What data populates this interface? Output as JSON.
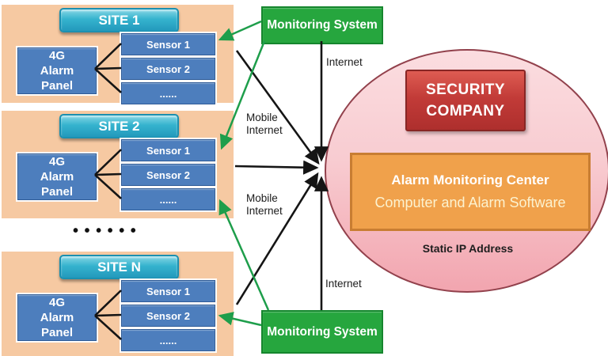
{
  "diagram": {
    "sites": [
      {
        "title": "SITE 1",
        "panel_lines": [
          "4G",
          "Alarm",
          "Panel"
        ],
        "sensors": [
          "Sensor 1",
          "Sensor 2",
          "......"
        ]
      },
      {
        "title": "SITE 2",
        "panel_lines": [
          "4G",
          "Alarm",
          "Panel"
        ],
        "sensors": [
          "Sensor 1",
          "Sensor 2",
          "......"
        ]
      },
      {
        "title": "SITE N",
        "panel_lines": [
          "4G",
          "Alarm",
          "Panel"
        ],
        "sensors": [
          "Sensor 1",
          "Sensor 2",
          "......"
        ]
      }
    ],
    "sites_ellipsis": "• • • • • •",
    "monitoring_top": "Monitoring System",
    "monitoring_bottom": "Monitoring System",
    "labels": {
      "internet_top": "Internet",
      "internet_bottom": "Internet",
      "mobile_internet_1": [
        "Mobile",
        "Internet"
      ],
      "mobile_internet_2": [
        "Mobile",
        "Internet"
      ]
    },
    "security_company": {
      "title_lines": [
        "SECURITY",
        "COMPANY"
      ],
      "center_title": "Alarm Monitoring Center",
      "center_subtitle": "Computer and Alarm Software",
      "footer": "Static IP Address"
    },
    "colors": {
      "site_background": "#F6C9A2",
      "site_header": "#35B3CE",
      "device_box_blue": "#4D7EBD",
      "monitoring_green": "#26A63E",
      "green_arrow": "#1E9E4B",
      "security_red": "#C23B38",
      "ellipse_pink": "#F5BFC6",
      "ellipse_border": "#92414C",
      "center_orange": "#F0A14B",
      "line_black": "#151515"
    }
  }
}
